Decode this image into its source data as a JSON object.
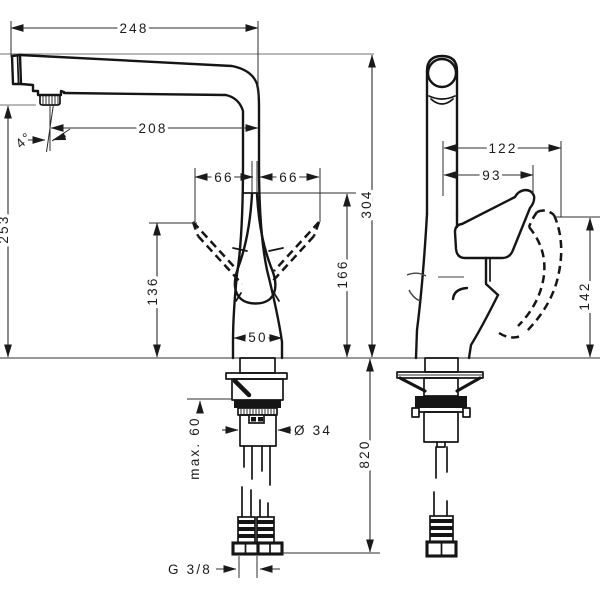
{
  "drawing": {
    "labels": {
      "reach_total": "248",
      "reach_spout": "208",
      "spout_angle": "4°",
      "swing_left": "66",
      "swing_right": "66",
      "height_spout_outlet": "253",
      "height_total": "304",
      "height_handle_tip": "136",
      "height_handle_top": "166",
      "base_width": "50",
      "mount_max_thickness": "max. 60",
      "shank_diameter": "Ø 34",
      "hose_length": "820",
      "hose_thread": "G 3/8",
      "side_reach_total": "122",
      "side_reach_handle": "93",
      "side_handle_height": "142"
    },
    "line_color": "#151515",
    "dim_color": "#2c2c2c",
    "background": "#ffffff"
  }
}
